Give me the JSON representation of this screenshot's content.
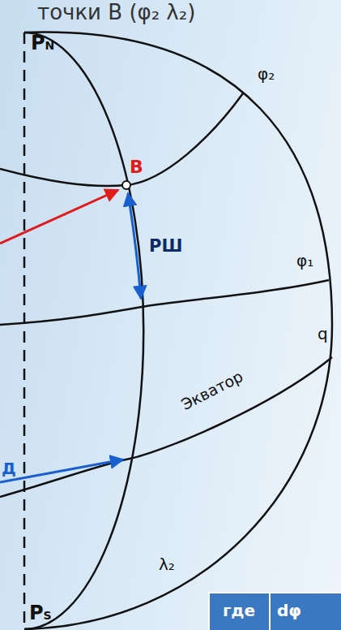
{
  "diagram": {
    "title": "точки B (φ₂ λ₂)",
    "labels": [
      "PN",
      "φ₂",
      "B",
      "РШ",
      "φ₁",
      "q",
      "Д",
      "Экватор",
      "λ₂",
      "PS",
      "где",
      "dφ"
    ]
  }
}
